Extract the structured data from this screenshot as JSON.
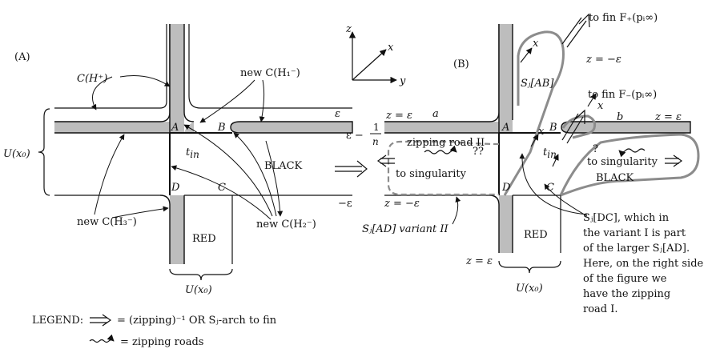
{
  "panel_a": {
    "label": "(A)",
    "c_hplus": "C(H⁺)",
    "new_c_h1": "new C(H₁⁻)",
    "new_c_h2": "new C(H₂⁻)",
    "new_c_h3": "new C(H₃⁻)",
    "u_x0_left": "U(x₀)",
    "u_x0_bottom": "U(x₀)",
    "eps": "ε",
    "eps_minus": "ε −",
    "one": "1",
    "n": "n",
    "neg_eps": "−ε",
    "t_in": "t",
    "t_in_sub": "in",
    "black": "BLACK",
    "red": "RED",
    "pt_a": "A",
    "pt_b": "B",
    "pt_c": "C",
    "pt_d": "D"
  },
  "axes": {
    "z": "z",
    "x": "x",
    "y": "y"
  },
  "panel_b": {
    "label": "(B)",
    "to_fin_plus": "to fin F₊(pᵢ∞)",
    "to_fin_minus": "to fin F₋(pᵢ∞)",
    "z_neg_eps_top": "z = −ε",
    "sj_ab": "Sⱼ[AB]",
    "x_top": "x",
    "x_mid": "x",
    "x_right": "x",
    "z_eps_left": "z = ε",
    "a_small": "a",
    "b_small": "b",
    "z_eps_right": "z = ε",
    "zipping_road_ii": "zipping road II",
    "qq": "??",
    "q": "?",
    "to_singularity_left": "to singularity",
    "to_singularity_right": "to singularity",
    "black": "BLACK",
    "z_neg_eps_bottom": "z = −ε",
    "sj_ad_variant": "Sⱼ[AD] variant II",
    "red": "RED",
    "z_eps_bottom": "z = ε",
    "u_x0": "U(x₀)",
    "t_in": "t",
    "t_in_sub": "in",
    "pt_a": "A",
    "pt_b": "B",
    "pt_c": "C",
    "pt_d": "D",
    "note_lines": [
      "Sⱼ[DC], which in",
      "the variant I is part",
      "of the larger Sⱼ[AD].",
      "Here, on the right side",
      "of the figure we",
      "have the zipping",
      "road I."
    ]
  },
  "legend": {
    "title": "LEGEND:",
    "arrow_desc": "= (zipping)⁻¹ OR Sⱼ-arch to fin",
    "wavy_desc": "= zipping roads"
  },
  "colors": {
    "band": "#bdbdbd",
    "outline": "#8c8c8c",
    "ink": "#111111"
  }
}
